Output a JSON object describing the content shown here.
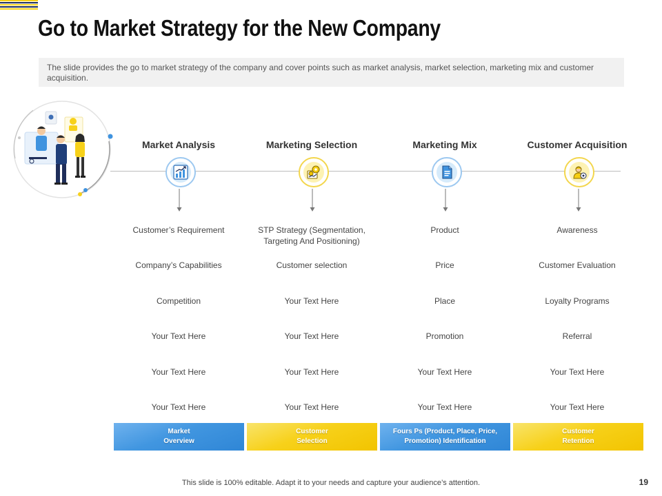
{
  "slide": {
    "title": "Go to Market Strategy for the New Company",
    "description": "The slide provides the go to market strategy of the company and cover points such as market analysis, market selection, marketing mix and customer acquisition.",
    "footer": "This slide is 100% editable. Adapt it to your needs and capture your audience’s attention.",
    "page_number": "19"
  },
  "colors": {
    "blue": "#3f93df",
    "yellow": "#f7cf12",
    "stripe_yellow": "#f7d11a",
    "stripe_navy": "#1f2e5a"
  },
  "columns": [
    {
      "heading": "Market Analysis",
      "icon": "bar-chart-growth-icon",
      "node_color": "blue",
      "items": [
        "Customer’s Requirement",
        "Company’s Capabilities",
        "Competition",
        "Your Text Here",
        "Your Text Here",
        "Your Text Here"
      ],
      "bar_label": "Market\nOverview",
      "bar_color": "blue"
    },
    {
      "heading": "Marketing Selection",
      "icon": "gears-presentation-icon",
      "node_color": "yellow",
      "items": [
        "STP Strategy (Segmentation, Targeting And Positioning)",
        "Customer selection",
        "Your Text Here",
        "Your Text Here",
        "Your Text Here",
        "Your Text Here"
      ],
      "bar_label": "Customer\nSelection",
      "bar_color": "yellow"
    },
    {
      "heading": "Marketing Mix",
      "icon": "document-icon",
      "node_color": "blue",
      "items": [
        "Product",
        "Price",
        "Place",
        "Promotion",
        "Your Text Here",
        "Your Text Here"
      ],
      "bar_label": "Fours Ps (Product, Place, Price,\nPromotion) Identification",
      "bar_color": "blue"
    },
    {
      "heading": "Customer Acquisition",
      "icon": "customer-target-icon",
      "node_color": "yellow",
      "items": [
        "Awareness",
        "Customer Evaluation",
        "Loyalty Programs",
        "Referral",
        "Your Text Here",
        "Your Text Here"
      ],
      "bar_label": "Customer\nRetention",
      "bar_color": "yellow"
    }
  ]
}
